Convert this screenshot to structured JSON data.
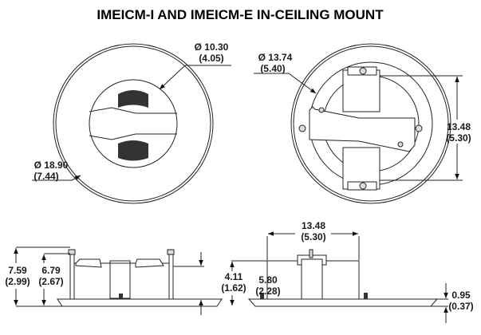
{
  "title": "IMEICM-I AND IMEICM-E IN-CEILING MOUNT",
  "dimensions": {
    "front_inner_diameter": {
      "mm": "Ø 10.30",
      "in": "(4.05)"
    },
    "front_outer_diameter": {
      "mm": "Ø 18.90",
      "in": "(7.44)"
    },
    "rear_ring_diameter": {
      "mm": "Ø 13.74",
      "in": "(5.40)"
    },
    "rear_bracket_height": {
      "mm": "13.48",
      "in": "(5.30)"
    },
    "side_bracket_width": {
      "mm": "13.48",
      "in": "(5.30)"
    },
    "side_overall_height": {
      "mm": "7.59",
      "in": "(2.99)"
    },
    "side_stud_height": {
      "mm": "6.79",
      "in": "(2.67)"
    },
    "side_body_height": {
      "mm": "4.11",
      "in": "(1.62)"
    },
    "side2_height": {
      "mm": "5.80",
      "in": "(2.28)"
    },
    "trim_thickness": {
      "mm": "0.95",
      "in": "(0.37)"
    }
  }
}
